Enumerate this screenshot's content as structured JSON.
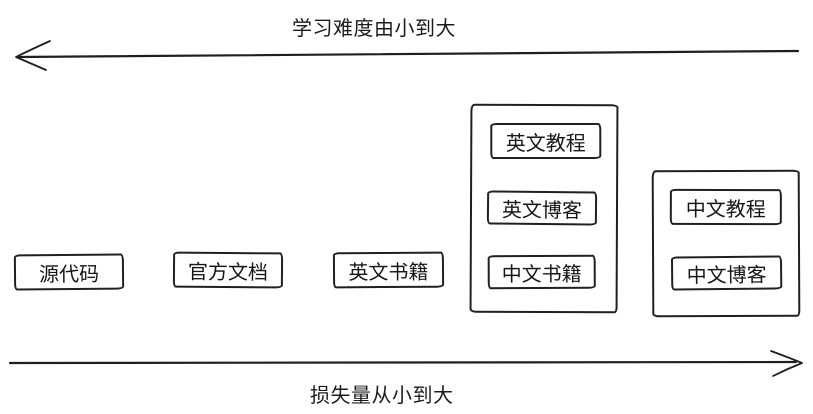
{
  "diagram": {
    "background": "#ffffff",
    "stroke_color": "#1f1f1f",
    "top_axis": {
      "label": "学习难度由小到大",
      "direction": "left"
    },
    "bottom_axis": {
      "label": "损失量从小到大",
      "direction": "right"
    },
    "boxes": [
      {
        "label": "源代码"
      },
      {
        "label": "官方文档"
      },
      {
        "label": "英文书籍"
      }
    ],
    "groups": [
      {
        "name": "group-1",
        "items": [
          {
            "label": "英文教程"
          },
          {
            "label": "英文博客"
          },
          {
            "label": "中文书籍"
          }
        ]
      },
      {
        "name": "group-2",
        "items": [
          {
            "label": "中文教程"
          },
          {
            "label": "中文博客"
          }
        ]
      }
    ]
  }
}
